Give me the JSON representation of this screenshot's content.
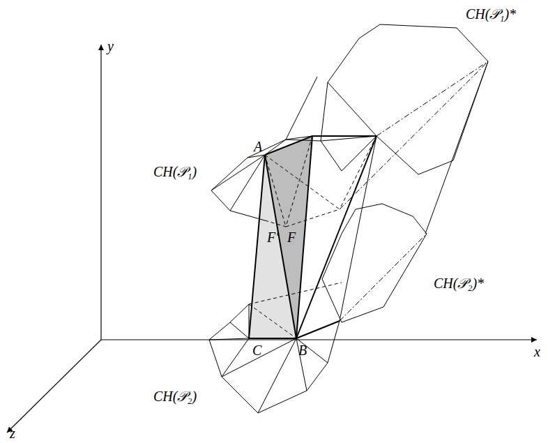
{
  "diagram": {
    "labels": [
      "y",
      "x",
      "z",
      "CH(𝒫₁)*",
      "CH(𝒫₁)",
      "A",
      "F′",
      "F",
      "CH(𝒫₂)*",
      "C",
      "B",
      "CH(𝒫₂)"
    ]
  }
}
